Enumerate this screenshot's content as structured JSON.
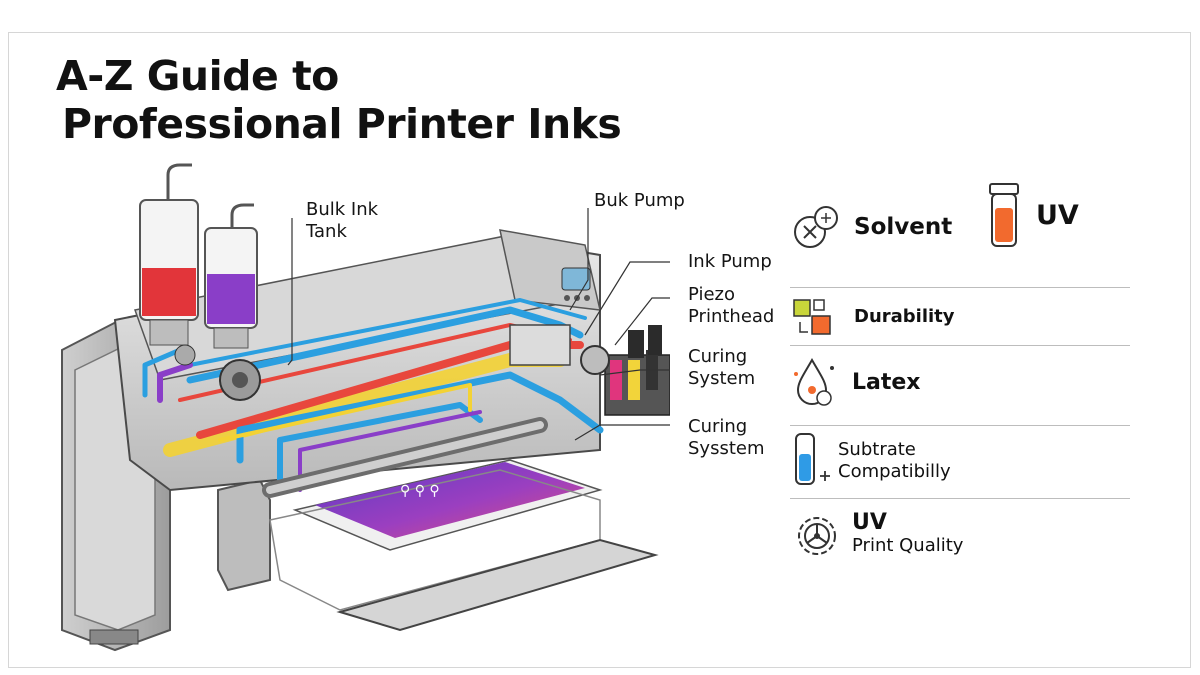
{
  "title": {
    "line1": "A-Z Guide to",
    "line2": "Professional Printer Inks"
  },
  "callouts": {
    "bulk_ink_tank": [
      "Bulk Ink",
      "Tank"
    ],
    "bulk_pump": "Buk Pump",
    "ink_pump": "Ink Pump",
    "piezo_printhead": [
      "Piezo",
      "Printhead"
    ],
    "curing_system_1": [
      "Curing",
      "System"
    ],
    "curing_system_2": [
      "Curing",
      "Sysstem"
    ]
  },
  "ink_types": {
    "solvent": {
      "label": "Solvent",
      "icon": "solvent-icon"
    },
    "uv": {
      "label": "UV",
      "icon": "uv-ink-bottle-icon",
      "color": "#f26a2e"
    }
  },
  "features": [
    {
      "label": "Durability",
      "icon": "durability-icon"
    },
    {
      "label": "Latex",
      "icon": "latex-drop-icon"
    },
    {
      "label": [
        "Subtrate",
        "Compatibilly"
      ],
      "icon": "substrate-vial-icon"
    },
    {
      "label": [
        "UV",
        "Print Quality"
      ],
      "icon": "gear-quality-icon"
    }
  ],
  "colors": {
    "tank_red": "#e2353a",
    "tank_purple": "#8a3ec8",
    "tube_blue": "#2b9fe0",
    "tube_yellow": "#f3d234",
    "tube_red": "#e8473d",
    "media_purple": "#7b36c8",
    "cartridge_magenta": "#e0357d",
    "cartridge_yellow": "#f2d43a",
    "vial_blue": "#2f9be6"
  }
}
